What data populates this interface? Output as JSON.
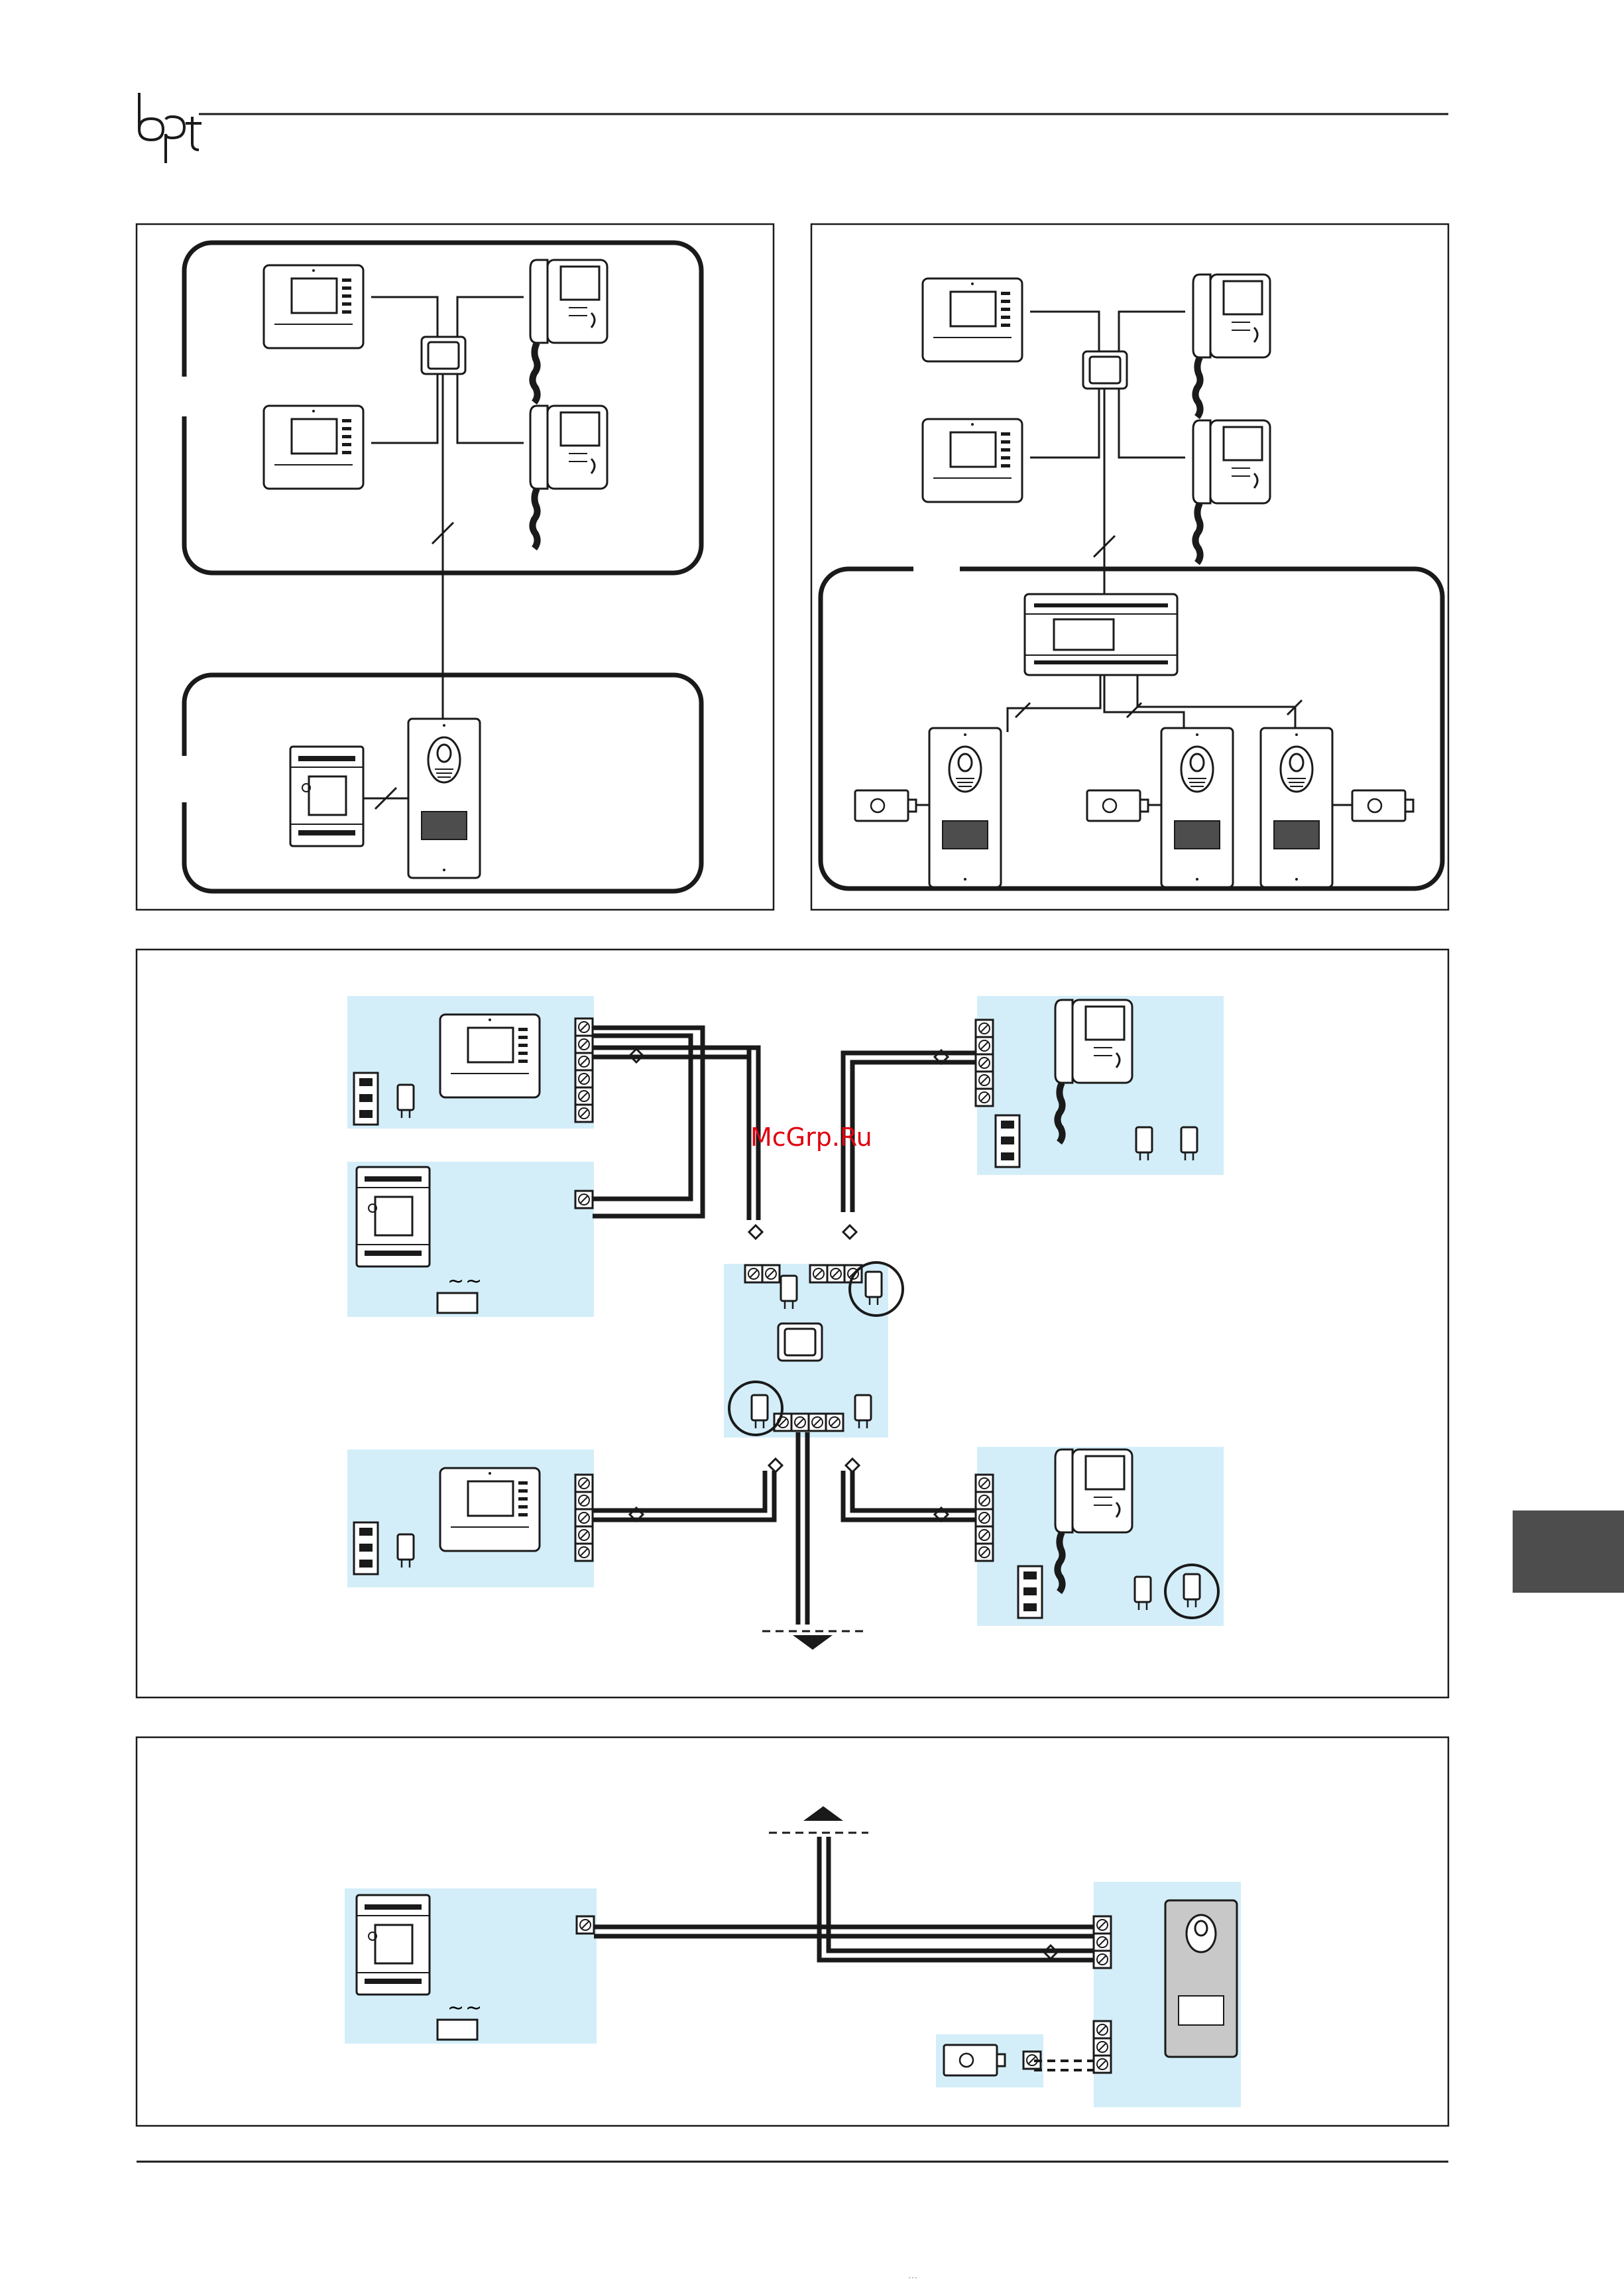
{
  "header": {
    "brand_logo": "bpt",
    "watermark": "McGrp.Ru"
  },
  "colors": {
    "line": "#1a1a1a",
    "panel_bg": "#d3eef9",
    "side_tab": "#4d4d4d",
    "watermark": "#e0000f"
  },
  "icons": {
    "logo": "bpt-logo",
    "monitor": "video-monitor-icon",
    "handset": "video-handset-icon",
    "distributor": "distributor-icon",
    "power_supply": "power-supply-icon",
    "entrance_panel": "entrance-panel-icon",
    "lock": "electric-lock-icon",
    "switcher": "video-switcher-icon",
    "resistor": "resistor-icon",
    "arrow_down": "arrow-down-icon",
    "arrow_up": "arrow-up-icon",
    "ac_symbol": "ac-tilde-symbol"
  },
  "power_supply_terminals": [
    "~",
    "~"
  ],
  "footer": {
    "print_mark": "…"
  }
}
